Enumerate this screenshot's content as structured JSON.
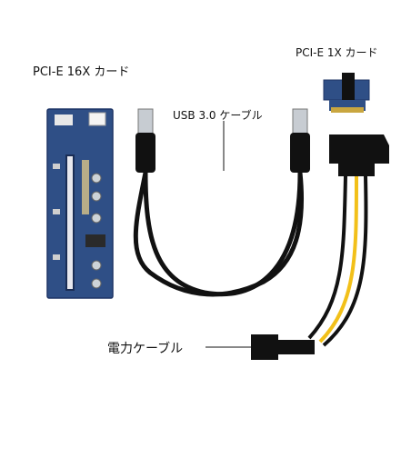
{
  "labels": {
    "pcie_16x": "PCI-E 16X カード",
    "pcie_1x": "PCI-E 1X カード",
    "usb_cable": "USB 3.0 ケーブル",
    "power_cable": "電力ケーブル"
  },
  "colors": {
    "pcb_blue": "#2f4f86",
    "pcb_dark": "#1f3566",
    "gold": "#c9a640",
    "cable_black": "#111111",
    "wire_yellow": "#f2c019",
    "usb_metal": "#c7ccd2"
  }
}
